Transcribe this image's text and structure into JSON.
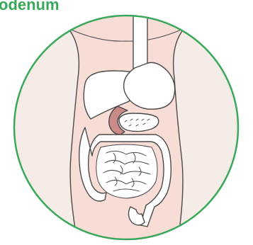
{
  "title": "odenum",
  "colors": {
    "title": "#3aa85a",
    "ring": "#3aa85a",
    "background": "#f6ece7",
    "skin": "#f8ddd6",
    "outline": "#4a4a4a",
    "highlight": "#c98a88"
  },
  "figure": {
    "highlighted_organ": "duodenum",
    "organs_shown": [
      "esophagus",
      "stomach",
      "liver",
      "duodenum",
      "pancreas",
      "small-intestine",
      "large-intestine",
      "rectum"
    ]
  }
}
